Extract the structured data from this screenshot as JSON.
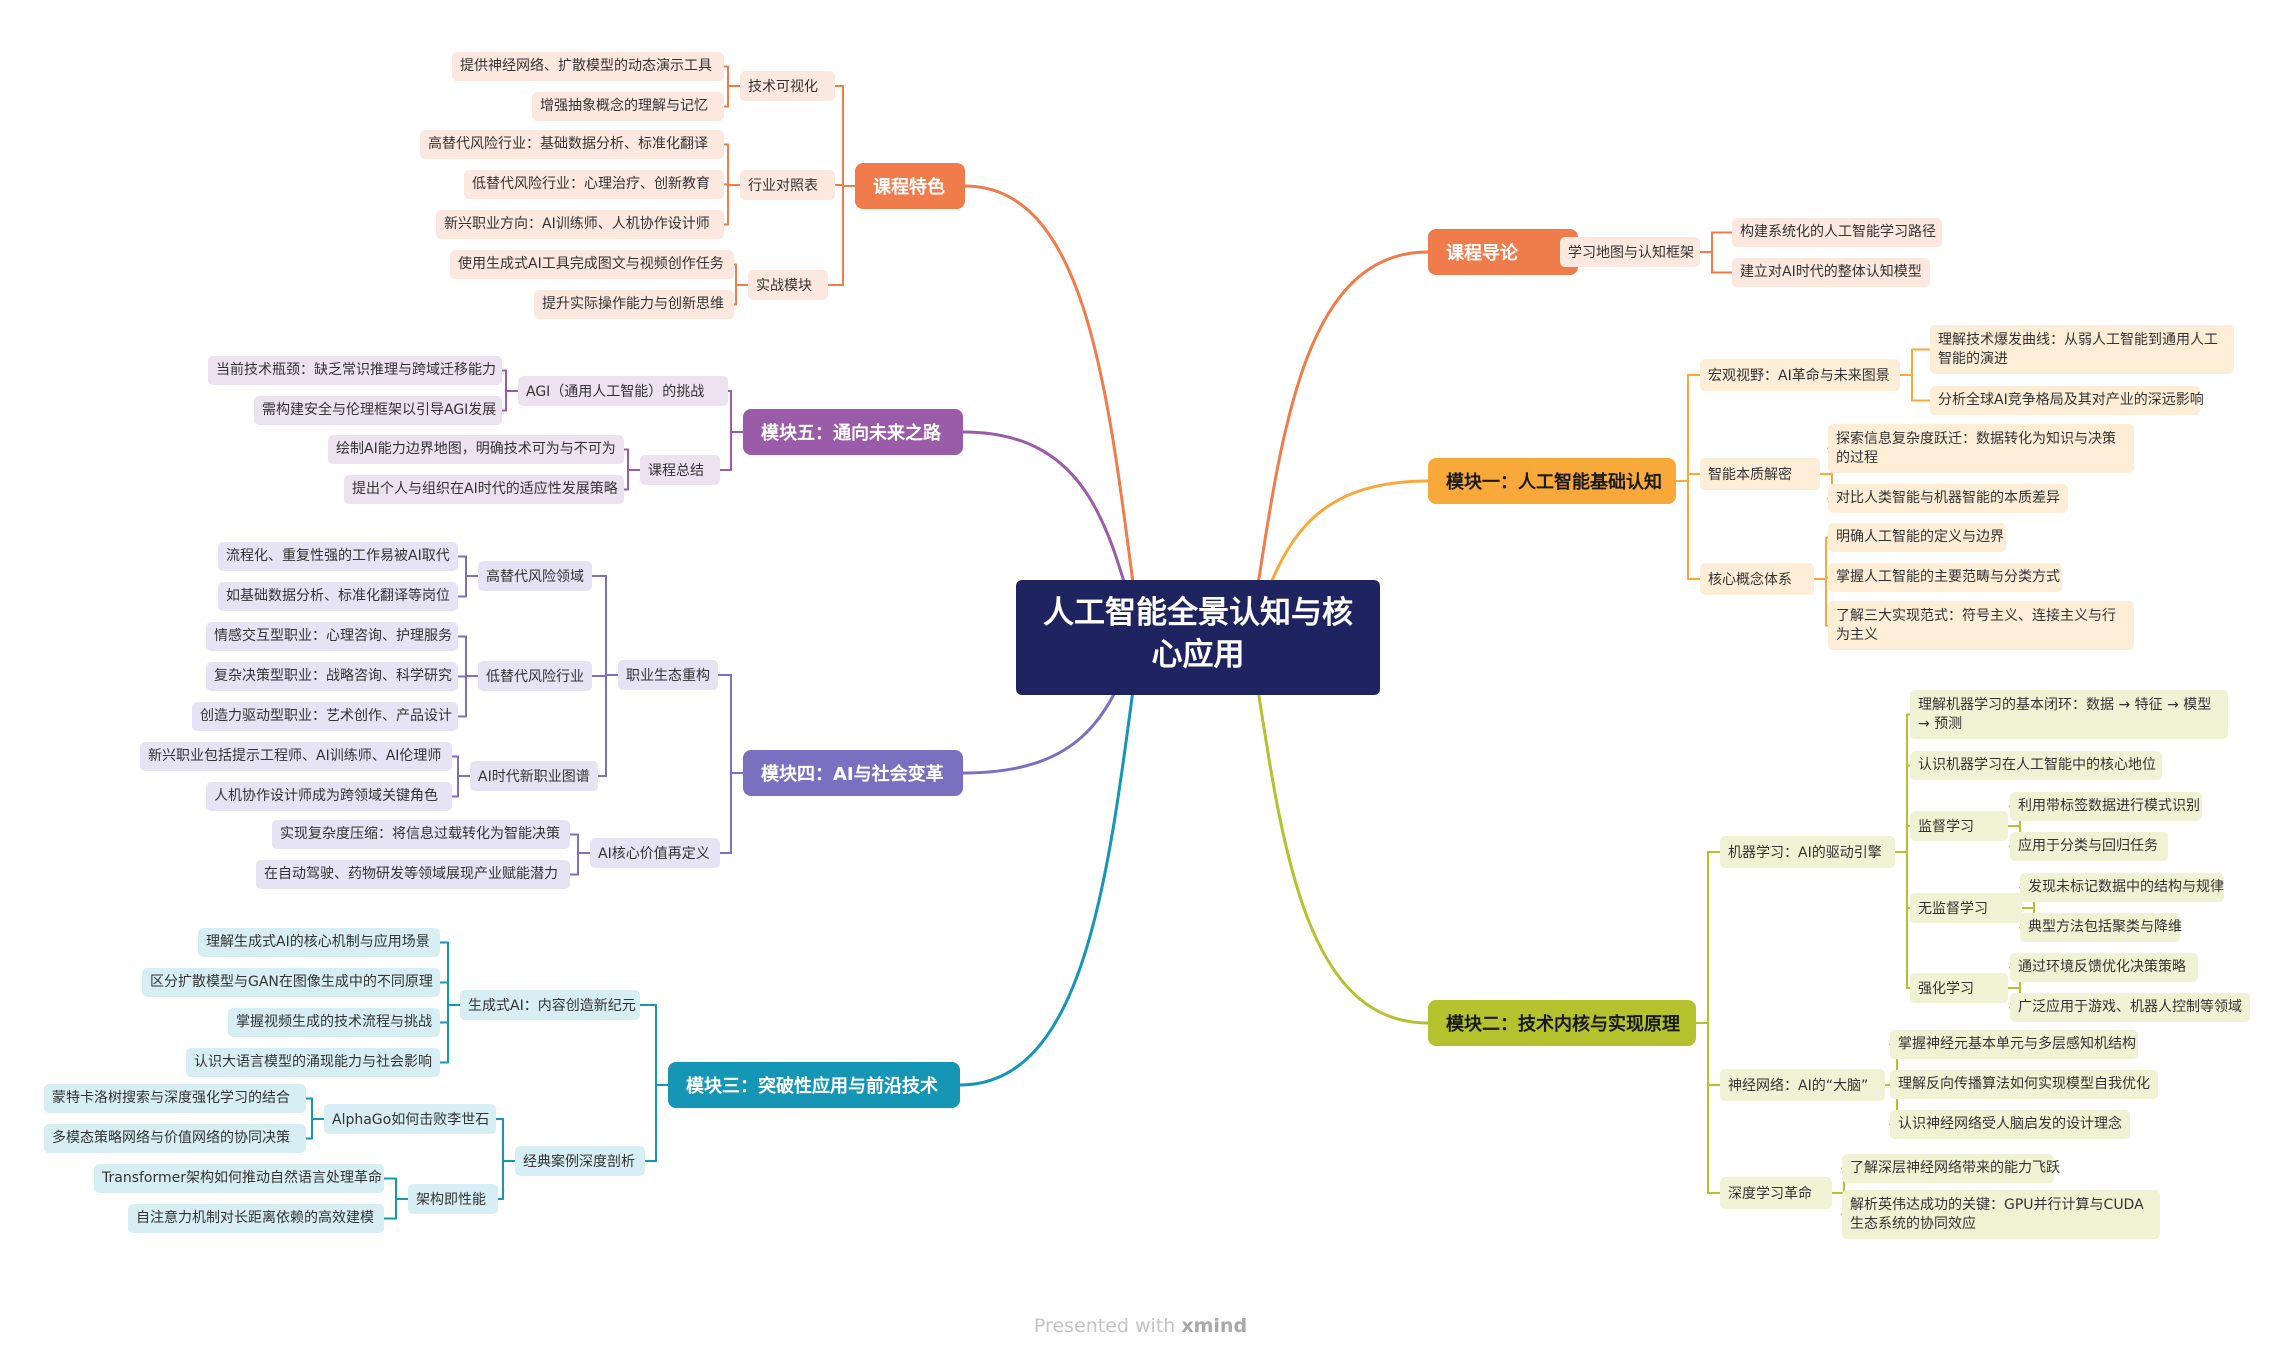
{
  "center": {
    "title": "人工智能全景认知与核心应用",
    "color": "#1f2460"
  },
  "footer": {
    "prefix": "Presented with ",
    "brand": "xmind"
  },
  "branches": [
    {
      "label": "课程导论",
      "color": "#f07b4b",
      "light": "#fde8df",
      "children": [
        {
          "label": "学习地图与认知框架",
          "children": [
            {
              "label": "构建系统化的人工智能学习路径"
            },
            {
              "label": "建立对AI时代的整体认知模型"
            }
          ]
        }
      ]
    },
    {
      "label": "模块一：人工智能基础认知",
      "color": "#f8a93a",
      "light": "#feeed7",
      "children": [
        {
          "label": "宏观视野：AI革命与未来图景",
          "children": [
            {
              "label": "理解技术爆发曲线：从弱人工智能到通用人工智能的演进"
            },
            {
              "label": "分析全球AI竞争格局及其对产业的深远影响"
            }
          ]
        },
        {
          "label": "智能本质解密",
          "children": [
            {
              "label": "探索信息复杂度跃迁：数据转化为知识与决策的过程"
            },
            {
              "label": "对比人类智能与机器智能的本质差异"
            }
          ]
        },
        {
          "label": "核心概念体系",
          "children": [
            {
              "label": "明确人工智能的定义与边界"
            },
            {
              "label": "掌握人工智能的主要范畴与分类方式"
            },
            {
              "label": "了解三大实现范式：符号主义、连接主义与行为主义"
            }
          ]
        }
      ]
    },
    {
      "label": "模块二：技术内核与实现原理",
      "color": "#b5c22e",
      "light": "#eff2d3",
      "children": [
        {
          "label": "机器学习：AI的驱动引擎",
          "children": [
            {
              "label": "理解机器学习的基本闭环：数据 → 特征 → 模型 → 预测"
            },
            {
              "label": "认识机器学习在人工智能中的核心地位"
            },
            {
              "label": "监督学习",
              "children": [
                {
                  "label": "利用带标签数据进行模式识别"
                },
                {
                  "label": "应用于分类与回归任务"
                }
              ]
            },
            {
              "label": "无监督学习",
              "children": [
                {
                  "label": "发现未标记数据中的结构与规律"
                },
                {
                  "label": "典型方法包括聚类与降维"
                }
              ]
            },
            {
              "label": "强化学习",
              "children": [
                {
                  "label": "通过环境反馈优化决策策略"
                },
                {
                  "label": "广泛应用于游戏、机器人控制等领域"
                }
              ]
            }
          ]
        },
        {
          "label": "神经网络：AI的“大脑”",
          "children": [
            {
              "label": "掌握神经元基本单元与多层感知机结构"
            },
            {
              "label": "理解反向传播算法如何实现模型自我优化"
            },
            {
              "label": "认识神经网络受人脑启发的设计理念"
            }
          ]
        },
        {
          "label": "深度学习革命",
          "children": [
            {
              "label": "了解深层神经网络带来的能力飞跃"
            },
            {
              "label": "解析英伟达成功的关键：GPU并行计算与CUDA生态系统的协同效应"
            }
          ]
        }
      ]
    },
    {
      "label": "课程特色",
      "color": "#f07b4b",
      "light": "#fde8df",
      "children": [
        {
          "label": "技术可视化",
          "children": [
            {
              "label": "提供神经网络、扩散模型的动态演示工具"
            },
            {
              "label": "增强抽象概念的理解与记忆"
            }
          ]
        },
        {
          "label": "行业对照表",
          "children": [
            {
              "label": "高替代风险行业：基础数据分析、标准化翻译"
            },
            {
              "label": "低替代风险行业：心理治疗、创新教育"
            },
            {
              "label": "新兴职业方向：AI训练师、人机协作设计师"
            }
          ]
        },
        {
          "label": "实战模块",
          "children": [
            {
              "label": "使用生成式AI工具完成图文与视频创作任务"
            },
            {
              "label": "提升实际操作能力与创新思维"
            }
          ]
        }
      ]
    },
    {
      "label": "模块五：通向未来之路",
      "color": "#9a5ca8",
      "light": "#ede2f0",
      "children": [
        {
          "label": "AGI（通用人工智能）的挑战",
          "children": [
            {
              "label": "当前技术瓶颈：缺乏常识推理与跨域迁移能力"
            },
            {
              "label": "需构建安全与伦理框架以引导AGI发展"
            }
          ]
        },
        {
          "label": "课程总结",
          "children": [
            {
              "label": "绘制AI能力边界地图，明确技术可为与不可为"
            },
            {
              "label": "提出个人与组织在AI时代的适应性发展策略"
            }
          ]
        }
      ]
    },
    {
      "label": "模块四：AI与社会变革",
      "color": "#7b6fc0",
      "light": "#e6e3f4",
      "children": [
        {
          "label": "职业生态重构",
          "children": [
            {
              "label": "高替代风险领域",
              "children": [
                {
                  "label": "流程化、重复性强的工作易被AI取代"
                },
                {
                  "label": "如基础数据分析、标准化翻译等岗位"
                }
              ]
            },
            {
              "label": "低替代风险行业",
              "children": [
                {
                  "label": "情感交互型职业：心理咨询、护理服务"
                },
                {
                  "label": "复杂决策型职业：战略咨询、科学研究"
                },
                {
                  "label": "创造力驱动型职业：艺术创作、产品设计"
                }
              ]
            },
            {
              "label": "AI时代新职业图谱",
              "children": [
                {
                  "label": "新兴职业包括提示工程师、AI训练师、AI伦理师"
                },
                {
                  "label": "人机协作设计师成为跨领域关键角色"
                }
              ]
            }
          ]
        },
        {
          "label": "AI核心价值再定义",
          "children": [
            {
              "label": "实现复杂度压缩：将信息过载转化为智能决策"
            },
            {
              "label": "在自动驾驶、药物研发等领域展现产业赋能潜力"
            }
          ]
        }
      ]
    },
    {
      "label": "模块三：突破性应用与前沿技术",
      "color": "#1596b5",
      "light": "#d7eef4",
      "children": [
        {
          "label": "生成式AI：内容创造新纪元",
          "children": [
            {
              "label": "理解生成式AI的核心机制与应用场景"
            },
            {
              "label": "区分扩散模型与GAN在图像生成中的不同原理"
            },
            {
              "label": "掌握视频生成的技术流程与挑战"
            },
            {
              "label": "认识大语言模型的涌现能力与社会影响"
            }
          ]
        },
        {
          "label": "经典案例深度剖析",
          "children": [
            {
              "label": "AlphaGo如何击败李世石",
              "children": [
                {
                  "label": "蒙特卡洛树搜索与深度强化学习的结合"
                },
                {
                  "label": "多模态策略网络与价值网络的协同决策"
                }
              ]
            },
            {
              "label": "架构即性能",
              "children": [
                {
                  "label": "Transformer架构如何推动自然语言处理革命"
                },
                {
                  "label": "自注意力机制对长距离依赖的高效建模"
                }
              ]
            }
          ]
        }
      ]
    }
  ]
}
